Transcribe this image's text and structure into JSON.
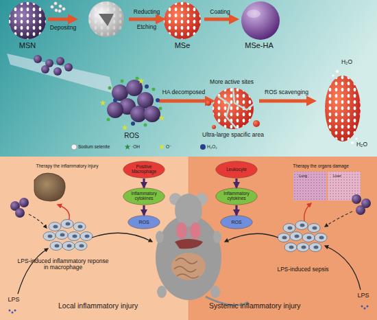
{
  "diagram": {
    "nodes": [
      {
        "text": [
          "Local inflammatory injury"
        ]
      },
      {
        "text": [
          "Positive Macrophage"
        ],
        "in": 0
      },
      {
        "text": [
          "Inflammatory cytokines"
        ],
        "in": 0
      },
      {
        "text": [
          "ROS"
        ],
        "in": 0
      },
      {
        "text": [
          "Systemic inflammatory injury"
        ]
      },
      {
        "text": [
          "Leukocyte"
        ],
        "in": 4
      },
      {
        "text": [
          "Inflammatory cytokines"
        ],
        "in": 4
      },
      {
        "text": [
          "ROS"
        ],
        "in": 4
      }
    ],
    "edges": [
      {
        "from": 1,
        "to": 2,
        "arrow": "to"
      },
      {
        "from": 2,
        "to": 3,
        "arrow": "to"
      },
      {
        "from": 5,
        "to": 6,
        "arrow": "to"
      },
      {
        "from": 6,
        "to": 7,
        "arrow": "to"
      }
    ],
    "labels": [
      "MSN",
      "Depositng",
      "Reducting",
      "Etching",
      "MSe",
      "Coating",
      "MSe-HA",
      "ROS",
      "HA decomposed",
      "More active sites",
      "Ultra-large spacific area",
      "ROS scavenging",
      "H₂O",
      "H₂O",
      "Therapy the inflammatory injury",
      "Therapy the organs damage",
      "Lung",
      "Liver",
      "LPS-induced inflammatory reponse in macrophage",
      "LPS-induced sepsis",
      "LPS",
      "LPS"
    ],
    "legend": [
      {
        "text": "Sodium selenite"
      },
      {
        "text": "·OH"
      },
      {
        "text": "O⁻"
      },
      {
        "text": "H₂O₂"
      }
    ]
  }
}
